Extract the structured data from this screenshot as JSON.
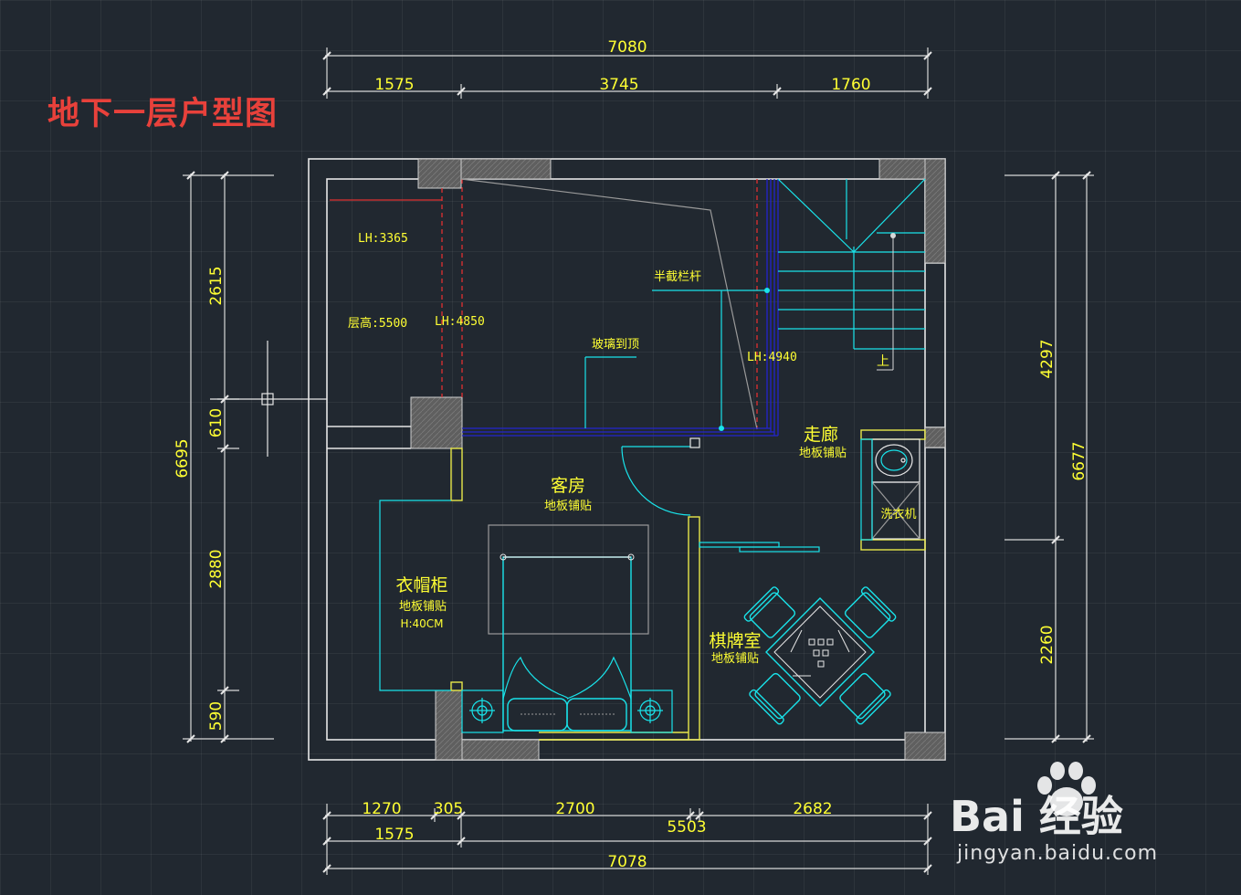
{
  "title": "地下一层户型图",
  "dimensions": {
    "top_overall": "7080",
    "top_segments": [
      "1575",
      "3745",
      "1760"
    ],
    "bottom_row1": [
      "1270",
      "305",
      "2700",
      "2682"
    ],
    "bottom_row2": [
      "1575",
      "5503"
    ],
    "bottom_overall": "7078",
    "left_inner": [
      "2615",
      "610",
      "2880",
      "590"
    ],
    "left_overall": "6695",
    "right_inner": [
      "4297",
      "2260"
    ],
    "right_overall": "6677"
  },
  "rooms": {
    "guest_room": {
      "name": "客房",
      "floor": "地板铺贴"
    },
    "wardrobe": {
      "name": "衣帽柜",
      "floor": "地板铺贴",
      "height": "H:40CM"
    },
    "corridor": {
      "name": "走廊",
      "floor": "地板铺贴"
    },
    "mahjong_room": {
      "name": "棋牌室",
      "floor": "地板铺贴"
    }
  },
  "annotations": {
    "lh_3365": "LH:3365",
    "lh_4850": "LH:4850",
    "lh_4940": "LH:4940",
    "floor_height": "层高:5500",
    "half_railing": "半截栏杆",
    "glass_to_ceiling": "玻璃到顶",
    "stair_up": "上",
    "washing_machine": "洗衣机"
  },
  "watermark": {
    "logo": "Bai 经验",
    "url": "jingyan.baidu.com"
  },
  "colors": {
    "wall": "#e6e6e6",
    "dimension_text": "#ffff33",
    "title": "#e8413b",
    "furniture": "#19e3ea",
    "glass": "#2424cc",
    "cut_line": "#e03030",
    "door_yellow": "#e8e84a",
    "column_fill": "#5f5f5f"
  }
}
